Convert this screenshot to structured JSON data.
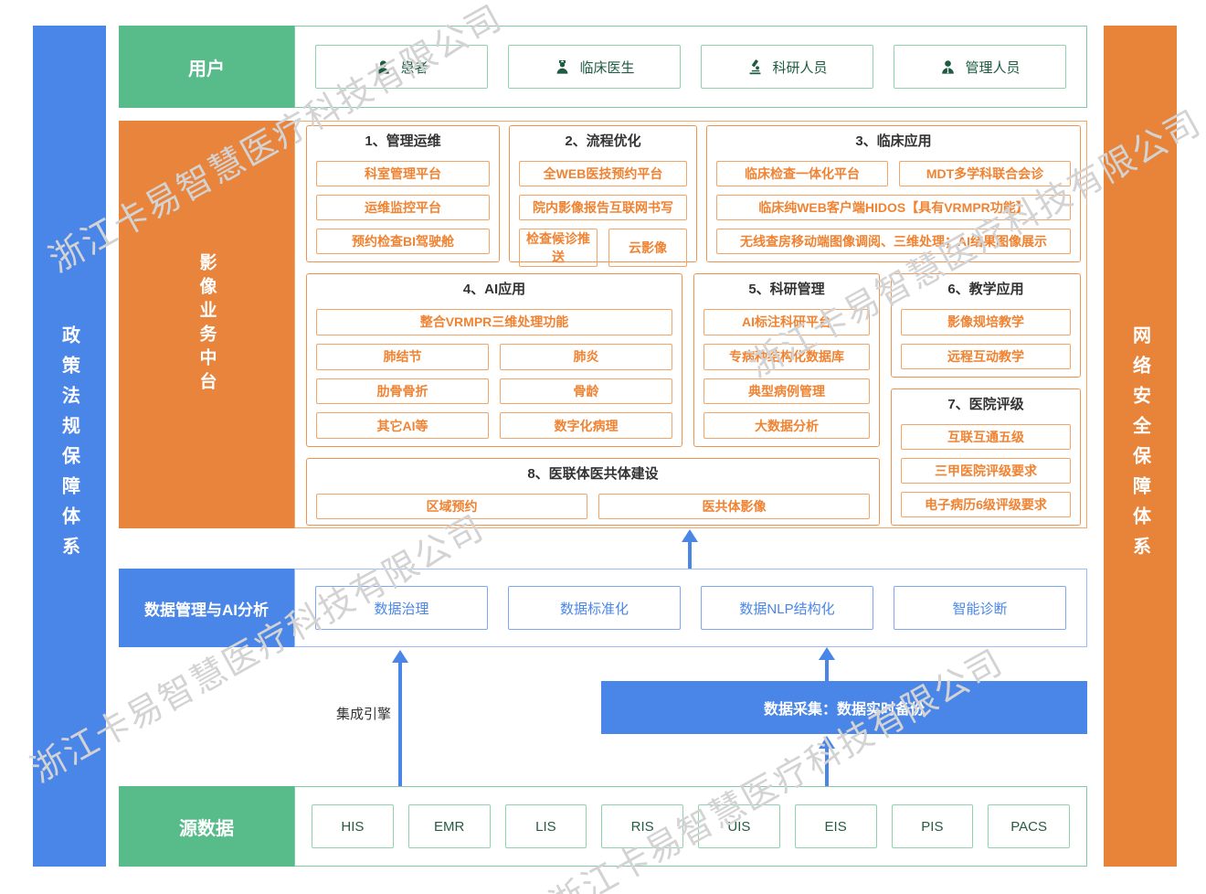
{
  "watermark": {
    "text": "浙江卡易智慧医疗科技有限公司"
  },
  "side_bars": {
    "left": "政策法规保障体系",
    "right": "网络安全保障体系"
  },
  "colors": {
    "green": "#57bb8a",
    "orange": "#e8833a",
    "blue": "#4a86e8"
  },
  "users": {
    "label": "用户",
    "items": [
      {
        "icon": "patient-icon",
        "label": "患者"
      },
      {
        "icon": "doctor-icon",
        "label": "临床医生"
      },
      {
        "icon": "researcher-icon",
        "label": "科研人员"
      },
      {
        "icon": "manager-icon",
        "label": "管理人员"
      }
    ]
  },
  "imaging": {
    "label": "影像业务中台",
    "groups": [
      {
        "title": "1、管理运维",
        "rows": [
          [
            "科室管理平台"
          ],
          [
            "运维监控平台"
          ],
          [
            "预约检查BI驾驶舱"
          ]
        ]
      },
      {
        "title": "2、流程优化",
        "rows": [
          [
            "全WEB医技预约平台"
          ],
          [
            "院内影像报告互联网书写"
          ],
          [
            "检查候诊推送",
            "云影像"
          ]
        ]
      },
      {
        "title": "3、临床应用",
        "rows": [
          [
            "临床检查一体化平台",
            "MDT多学科联合会诊"
          ],
          [
            "临床纯WEB客户端HIDOS【具有VRMPR功能】"
          ],
          [
            "无线查房移动端图像调阅、三维处理；AI结果图像展示"
          ]
        ]
      },
      {
        "title": "4、AI应用",
        "rows": [
          [
            "整合VRMPR三维处理功能"
          ],
          [
            "肺结节",
            "肺炎"
          ],
          [
            "肋骨骨折",
            "骨龄"
          ],
          [
            "其它AI等",
            "数字化病理"
          ]
        ]
      },
      {
        "title": "5、科研管理",
        "rows": [
          [
            "AI标注科研平台"
          ],
          [
            "专病种结构化数据库"
          ],
          [
            "典型病例管理"
          ],
          [
            "大数据分析"
          ]
        ]
      },
      {
        "title": "6、教学应用",
        "rows": [
          [
            "影像规培教学"
          ],
          [
            "远程互动教学"
          ]
        ]
      },
      {
        "title": "7、医院评级",
        "rows": [
          [
            "互联互通五级"
          ],
          [
            "三甲医院评级要求"
          ],
          [
            "电子病历6级评级要求"
          ]
        ]
      },
      {
        "title": "8、医联体医共体建设",
        "rows": [
          [
            "区域预约",
            "医共体影像"
          ]
        ]
      }
    ]
  },
  "data_mgmt": {
    "label": "数据管理与AI分析",
    "items": [
      "数据治理",
      "数据标准化",
      "数据NLP结构化",
      "智能诊断"
    ]
  },
  "integration": {
    "engine_label": "集成引擎",
    "collect_label": "数据采集：数据实时备份"
  },
  "source": {
    "label": "源数据",
    "items": [
      "HIS",
      "EMR",
      "LIS",
      "RIS",
      "UIS",
      "EIS",
      "PIS",
      "PACS"
    ]
  }
}
